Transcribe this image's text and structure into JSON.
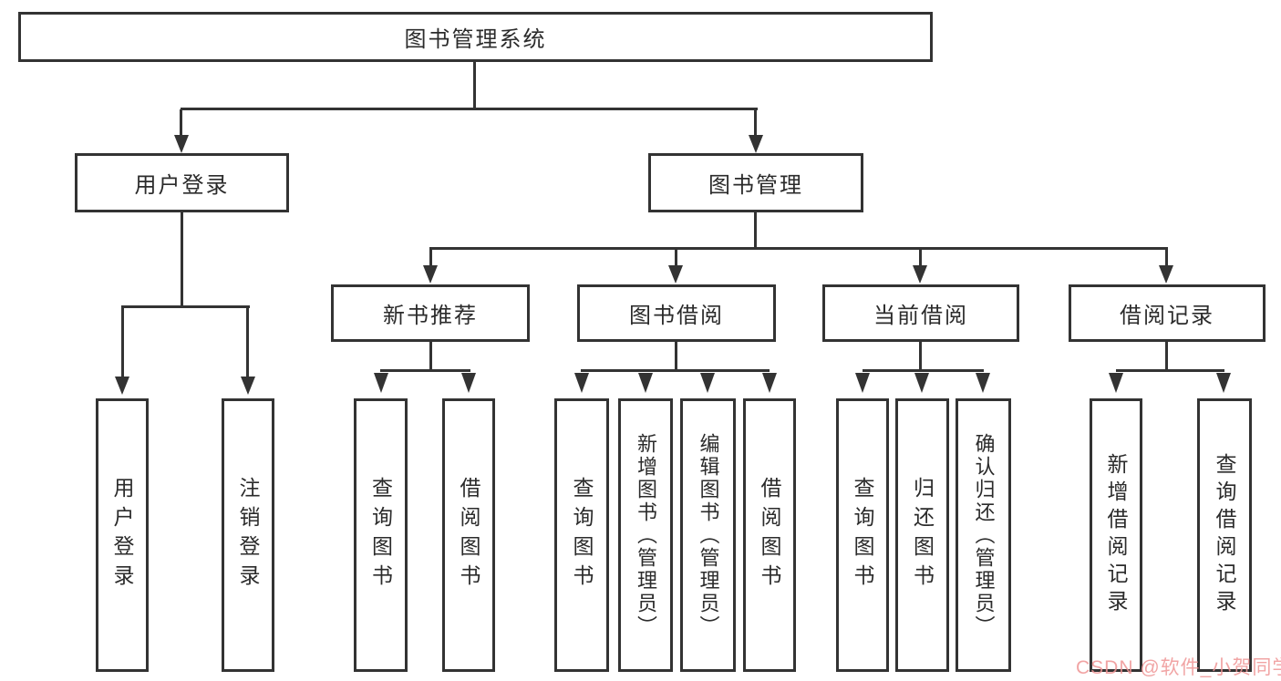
{
  "tree": {
    "root": {
      "label": "图书管理系统",
      "children": [
        {
          "label": "用户登录",
          "children": [
            {
              "label": "用户登录"
            },
            {
              "label": "注销登录"
            }
          ]
        },
        {
          "label": "图书管理",
          "children": [
            {
              "label": "新书推荐",
              "children": [
                {
                  "label": "查询图书"
                },
                {
                  "label": "借阅图书"
                }
              ]
            },
            {
              "label": "图书借阅",
              "children": [
                {
                  "label": "查询图书"
                },
                {
                  "label": "新增图书（管理员）"
                },
                {
                  "label": "编辑图书（管理员）"
                },
                {
                  "label": "借阅图书"
                }
              ]
            },
            {
              "label": "当前借阅",
              "children": [
                {
                  "label": "查询图书"
                },
                {
                  "label": "归还图书"
                },
                {
                  "label": "确认归还（管理员）"
                }
              ]
            },
            {
              "label": "借阅记录",
              "children": [
                {
                  "label": "新增借阅记录"
                },
                {
                  "label": "查询借阅记录"
                }
              ]
            }
          ]
        }
      ]
    }
  },
  "watermark": {
    "text": "CSDN @软件_小贺同学"
  },
  "colors": {
    "line": "#333333",
    "text": "#2b2b2b",
    "background": "#ffffff",
    "watermark": "#ee9494"
  }
}
